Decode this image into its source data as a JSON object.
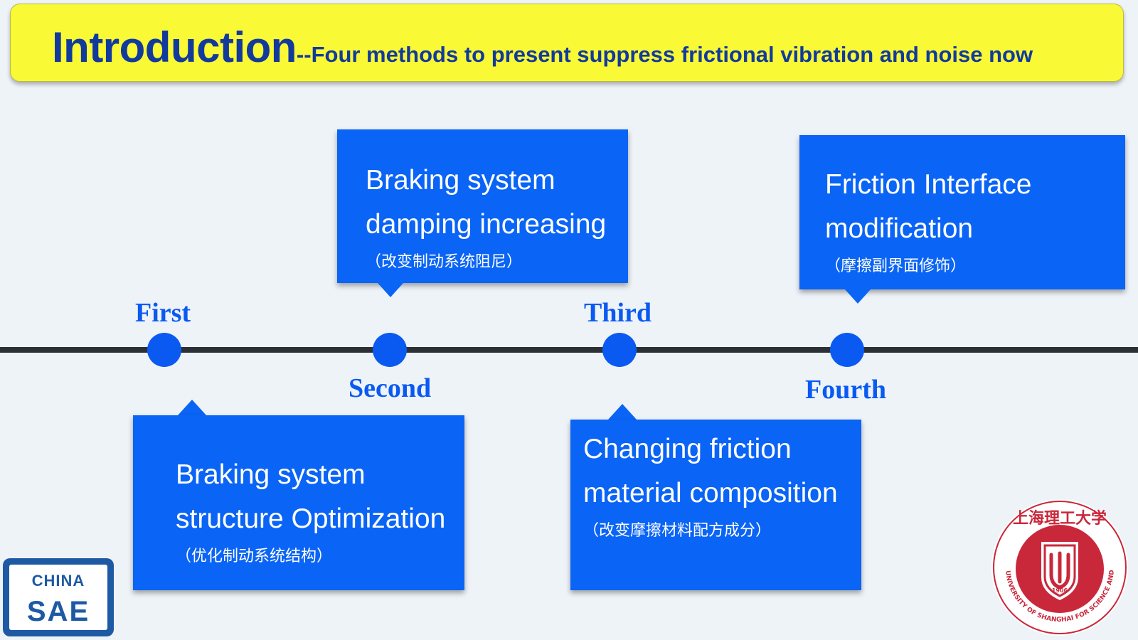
{
  "header": {
    "title": "Introduction",
    "subtitle": "--Four methods to present suppress frictional vibration and noise now"
  },
  "steps": [
    {
      "label": "First",
      "lines": [
        "Braking system",
        "structure Optimization"
      ],
      "cn": "（优化制动系统结构）"
    },
    {
      "label": "Second",
      "lines": [
        "Braking system",
        "damping increasing"
      ],
      "cn": "（改变制动系统阻尼）"
    },
    {
      "label": "Third",
      "lines": [
        "Changing friction",
        "material composition"
      ],
      "cn": "（改变摩擦材料配方成分）"
    },
    {
      "label": "Fourth",
      "lines": [
        "Friction Interface",
        "modification"
      ],
      "cn": "（摩擦副界面修饰）"
    }
  ],
  "logos": {
    "left": {
      "top": "CHINA",
      "bottom": "SAE"
    },
    "right": {
      "top_text": "上海理工大学",
      "ring_text": "UNIVERSITY OF SHANGHAI FOR SCIENCE AND TECHNOLOGY",
      "year": "1906"
    }
  },
  "colors": {
    "banner": "#f9f936",
    "title": "#123a9c",
    "accent_blue": "#0a64f5",
    "timeline": "#2b3036"
  }
}
